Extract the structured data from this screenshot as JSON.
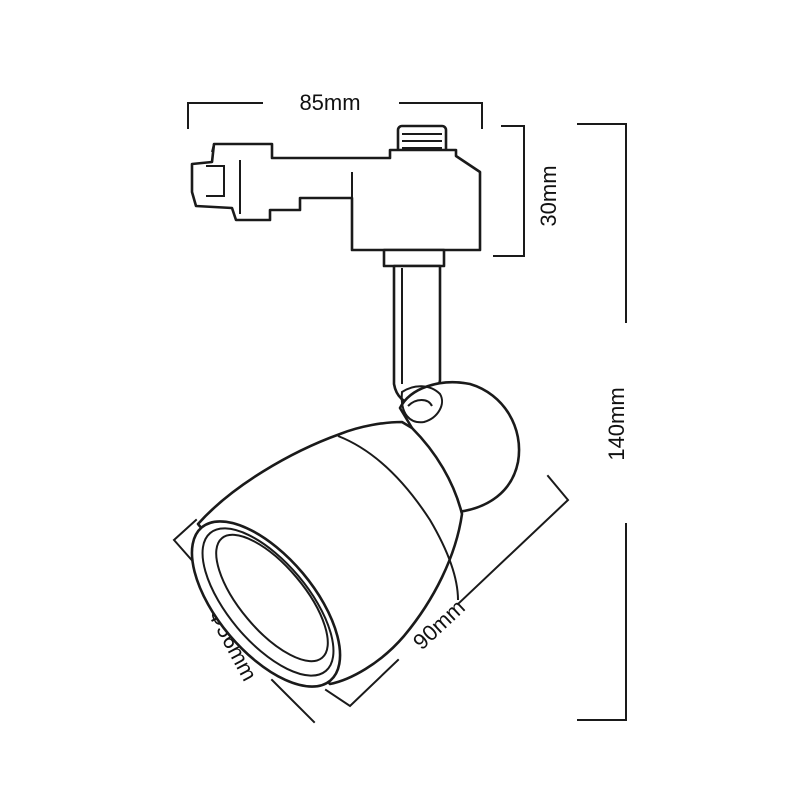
{
  "dimensions": {
    "width_label": "85mm",
    "adapter_height_label": "30mm",
    "total_height_label": "140mm",
    "length_label": "90mm",
    "diameter_label": "Φ56mm"
  },
  "colors": {
    "line": "#1a1a1a",
    "background": "#ffffff"
  }
}
